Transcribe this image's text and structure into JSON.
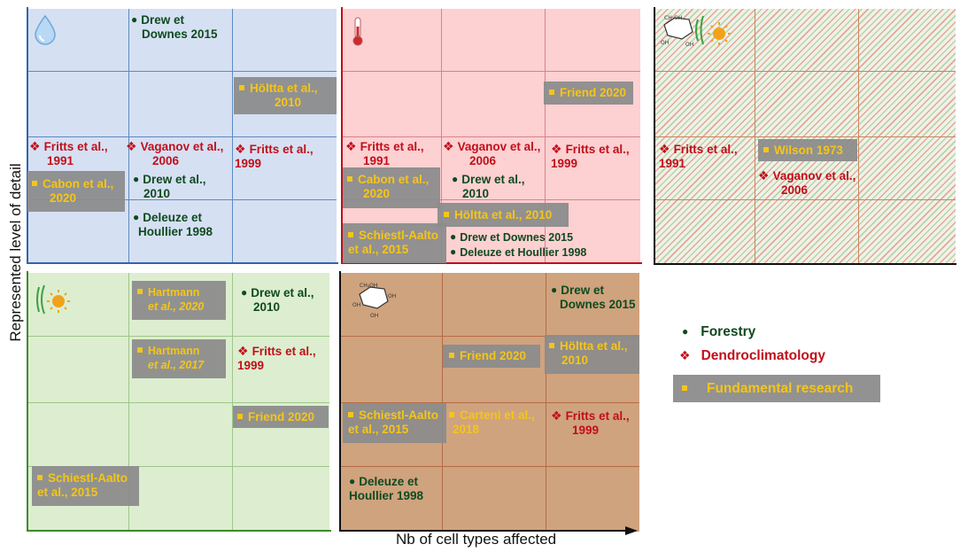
{
  "axes": {
    "y_label": "Represented level of detail",
    "x_label": "Nb of cell types affected"
  },
  "legend": {
    "forestry": "Forestry",
    "dendro": "Dendroclimatology",
    "fundamental": "Fundamental research"
  },
  "colors": {
    "water_panel": "#d6e0f3",
    "temperature_panel": "#fdd0d2",
    "co2_panel": "#dceecf",
    "sugar_panel": "#cfa37e",
    "forestry": "#0f4a1f",
    "dendro": "#c10f1a",
    "fundamental": "#f5c518",
    "box": "#8c8c8c"
  },
  "panels": {
    "water": {
      "icon": "water-drop-icon",
      "drew_downes": [
        "Drew et",
        "Downes 2015"
      ],
      "holtta": [
        "Höltta et al.,",
        "2010"
      ],
      "fritts": [
        "Fritts et al.,",
        "1991"
      ],
      "vaganov": [
        "Vaganov et al.,",
        "2006"
      ],
      "fritts99": [
        "Fritts et al.,",
        "1999"
      ],
      "cabon": [
        "Cabon et al.,",
        "2020"
      ],
      "drew": [
        "Drew et al.,",
        "2010"
      ],
      "deleuze": [
        "Deleuze et",
        "Houllier 1998"
      ]
    },
    "temperature": {
      "icon": "thermometer-icon",
      "friend": "Friend 2020",
      "fritts": [
        "Fritts et al.,",
        "1991"
      ],
      "vaganov": [
        "Vaganov et al.,",
        "2006"
      ],
      "fritts99": [
        "Fritts et al.,",
        "1999"
      ],
      "cabon": [
        "Cabon et al.,",
        "2020"
      ],
      "drew": [
        "Drew et al.,",
        "2010"
      ],
      "holtta": "Höltta et al., 2010",
      "schiestl": [
        "Schiestl-Aalto",
        "et al., 2015"
      ],
      "drew_downes": "Drew et Downes 2015",
      "deleuze": "Deleuze et Houllier 1998"
    },
    "light": {
      "icon": "sugar-sun-icon",
      "fritts": [
        "Fritts et al.,",
        "1991"
      ],
      "wilson": "Wilson 1973",
      "vaganov": [
        "Vaganov et al.,",
        "2006"
      ]
    },
    "co2": {
      "icon": "sun-waves-icon",
      "hartmann20": [
        "Hartmann",
        "et al., 2020"
      ],
      "drew": [
        "Drew et al.,",
        "2010"
      ],
      "hartmann17": [
        "Hartmann",
        "et al., 2017"
      ],
      "fritts99": [
        "Fritts et al.,",
        "1999"
      ],
      "friend": "Friend 2020",
      "schiestl": [
        "Schiestl-Aalto",
        "et al., 2015"
      ]
    },
    "sugar": {
      "icon": "glucose-icon",
      "drew_downes": [
        "Drew et",
        "Downes 2015"
      ],
      "friend": "Friend 2020",
      "holtta": [
        "Höltta et al.,",
        "2010"
      ],
      "schiestl": [
        "Schiestl-Aalto",
        "et al., 2015"
      ],
      "carteni": [
        "Carteni et al.,",
        "2018"
      ],
      "fritts99": [
        "Fritts et al.,",
        "1999"
      ],
      "deleuze": [
        "Deleuze et",
        "Houllier 1998"
      ]
    }
  }
}
